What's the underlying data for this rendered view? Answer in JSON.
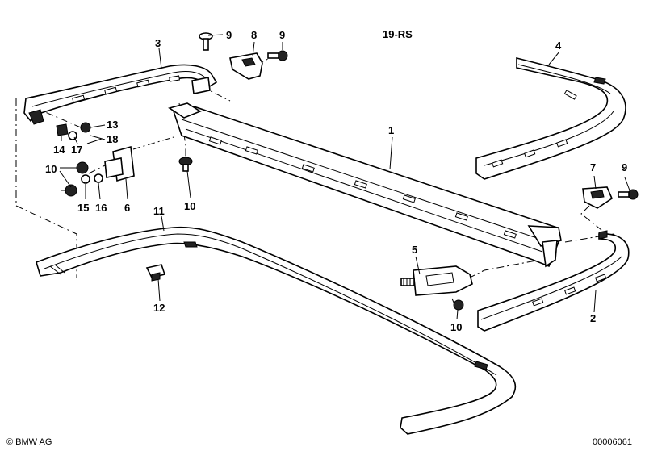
{
  "header": {
    "group_code": "19-RS"
  },
  "callouts": [
    {
      "id": "c1",
      "text": "1"
    },
    {
      "id": "c2",
      "text": "2"
    },
    {
      "id": "c3",
      "text": "3"
    },
    {
      "id": "c4",
      "text": "4"
    },
    {
      "id": "c5",
      "text": "5"
    },
    {
      "id": "c6",
      "text": "6"
    },
    {
      "id": "c7",
      "text": "7"
    },
    {
      "id": "c8",
      "text": "8"
    },
    {
      "id": "c9a",
      "text": "9"
    },
    {
      "id": "c9b",
      "text": "9"
    },
    {
      "id": "c9c",
      "text": "9"
    },
    {
      "id": "c10a",
      "text": "10"
    },
    {
      "id": "c10b",
      "text": "10"
    },
    {
      "id": "c10c",
      "text": "10"
    },
    {
      "id": "c11",
      "text": "11"
    },
    {
      "id": "c12",
      "text": "12"
    },
    {
      "id": "c13",
      "text": "13"
    },
    {
      "id": "c14",
      "text": "14"
    },
    {
      "id": "c15",
      "text": "15"
    },
    {
      "id": "c16",
      "text": "16"
    },
    {
      "id": "c17",
      "text": "17"
    },
    {
      "id": "c18",
      "text": "18"
    }
  ],
  "footer": {
    "copyright": "© BMW AG",
    "image_number": "00006061"
  }
}
